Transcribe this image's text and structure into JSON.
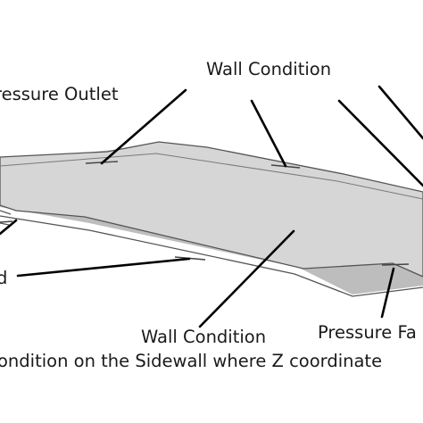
{
  "labels": {
    "wall_condition_top": "Wall Condition",
    "pressure_outlet": "ressure Outlet",
    "wall_condition_bottom": "Wall Condition",
    "pressure_far": "Pressure Fa",
    "left_cut": "d"
  },
  "caption": "ondition on the Sidewall where Z coordinate",
  "colors": {
    "body_fill": "#d4d4d4",
    "edge_fill": "#bdbdbd",
    "outline": "#555555",
    "leader": "#000000",
    "text": "#1a1a1a"
  }
}
